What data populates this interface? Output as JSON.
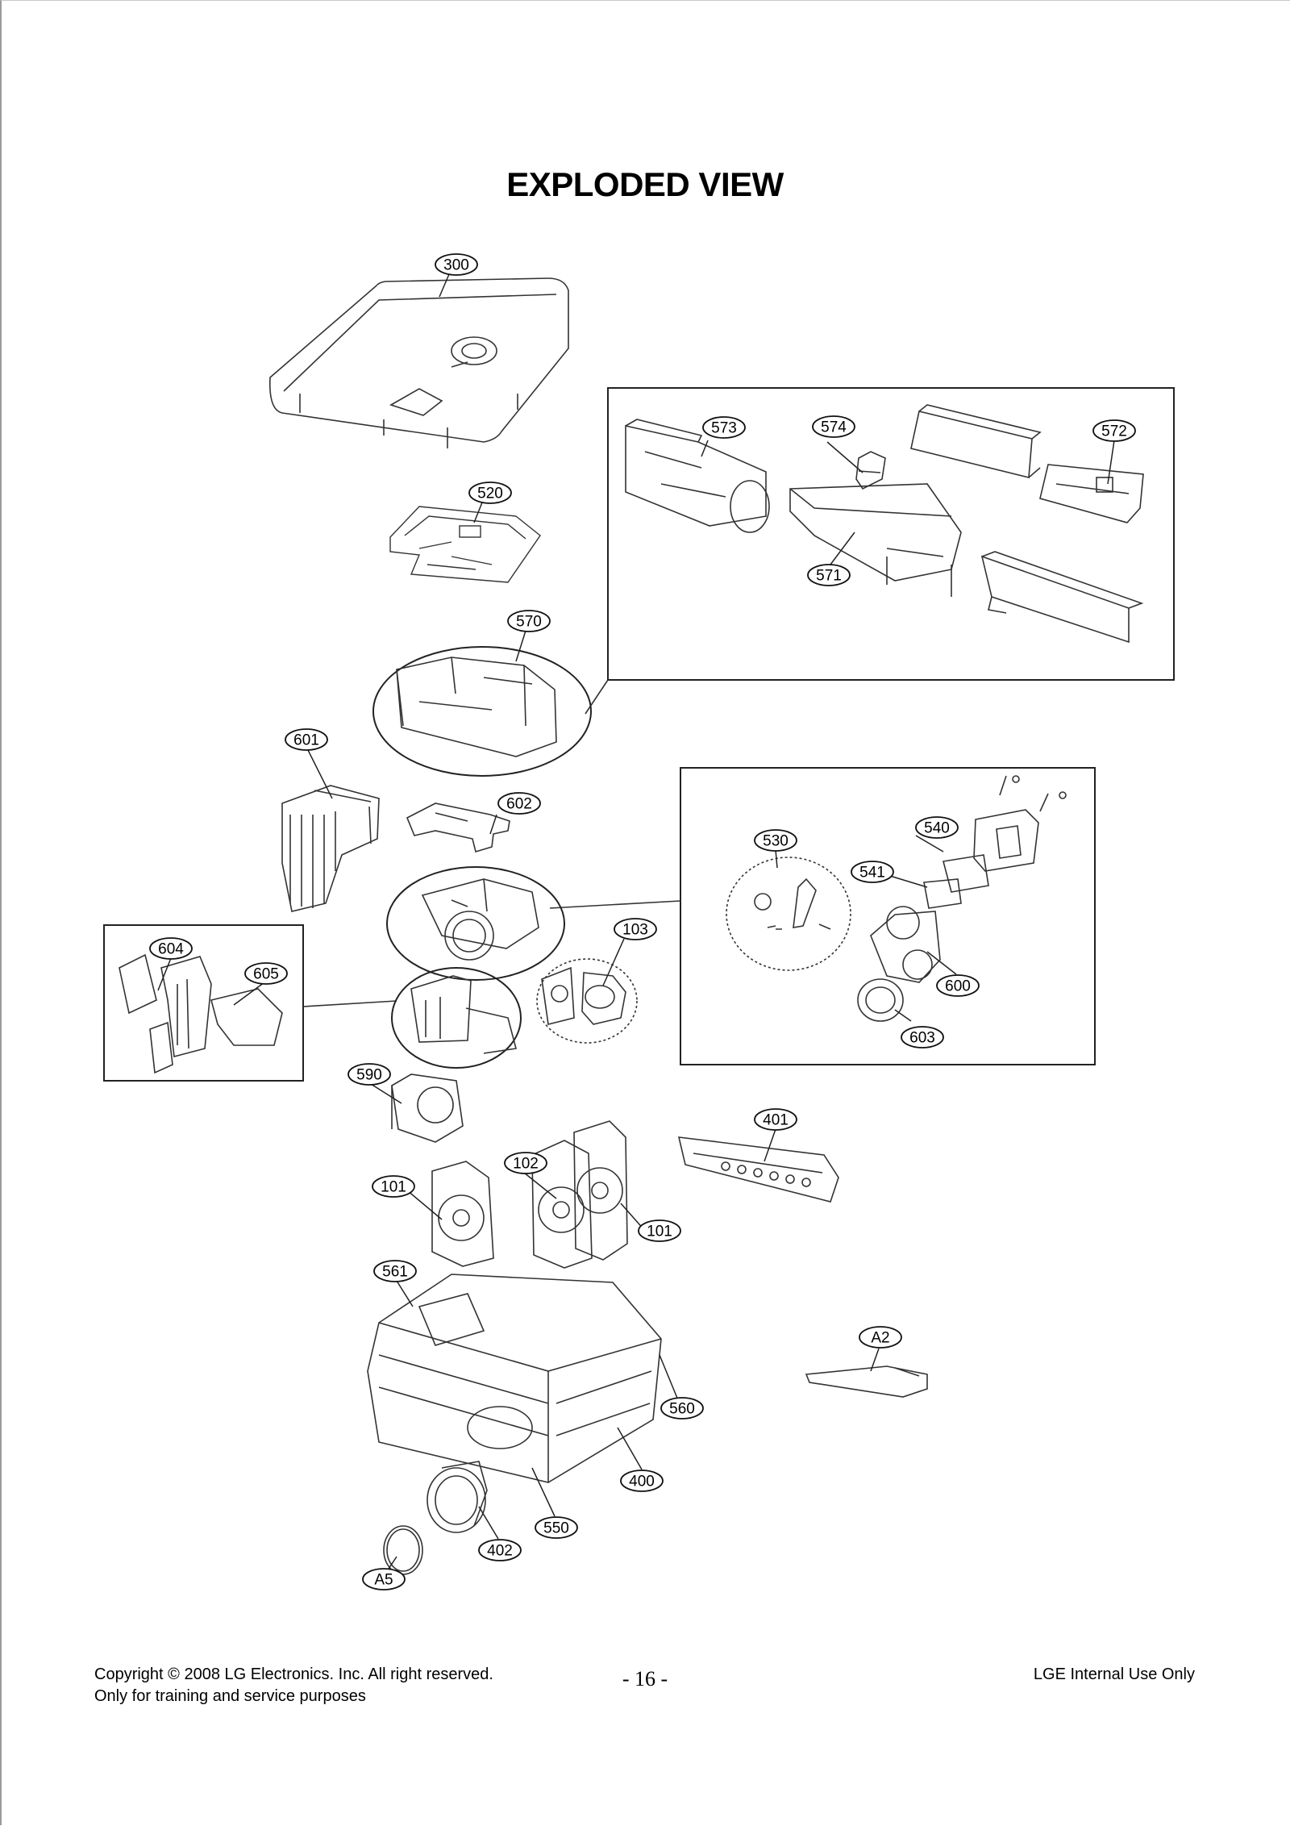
{
  "page": {
    "title": "EXPLODED VIEW"
  },
  "callouts": {
    "c300": "300",
    "c520": "520",
    "c570": "570",
    "c573": "573",
    "c574": "574",
    "c572": "572",
    "c571": "571",
    "c601": "601",
    "c602": "602",
    "c530": "530",
    "c540": "540",
    "c541": "541",
    "c600": "600",
    "c603": "603",
    "c103": "103",
    "c604": "604",
    "c605": "605",
    "c590": "590",
    "c401": "401",
    "c102": "102",
    "c101a": "101",
    "c101b": "101",
    "c561": "561",
    "cA2": "A2",
    "c560": "560",
    "c400": "400",
    "c550": "550",
    "c402": "402",
    "cA5": "A5"
  },
  "footer": {
    "copyright": "Copyright © 2008 LG Electronics. Inc. All right reserved.",
    "purpose": "Only for training and service purposes",
    "page_number": "- 16 -",
    "internal": "LGE Internal Use Only"
  }
}
